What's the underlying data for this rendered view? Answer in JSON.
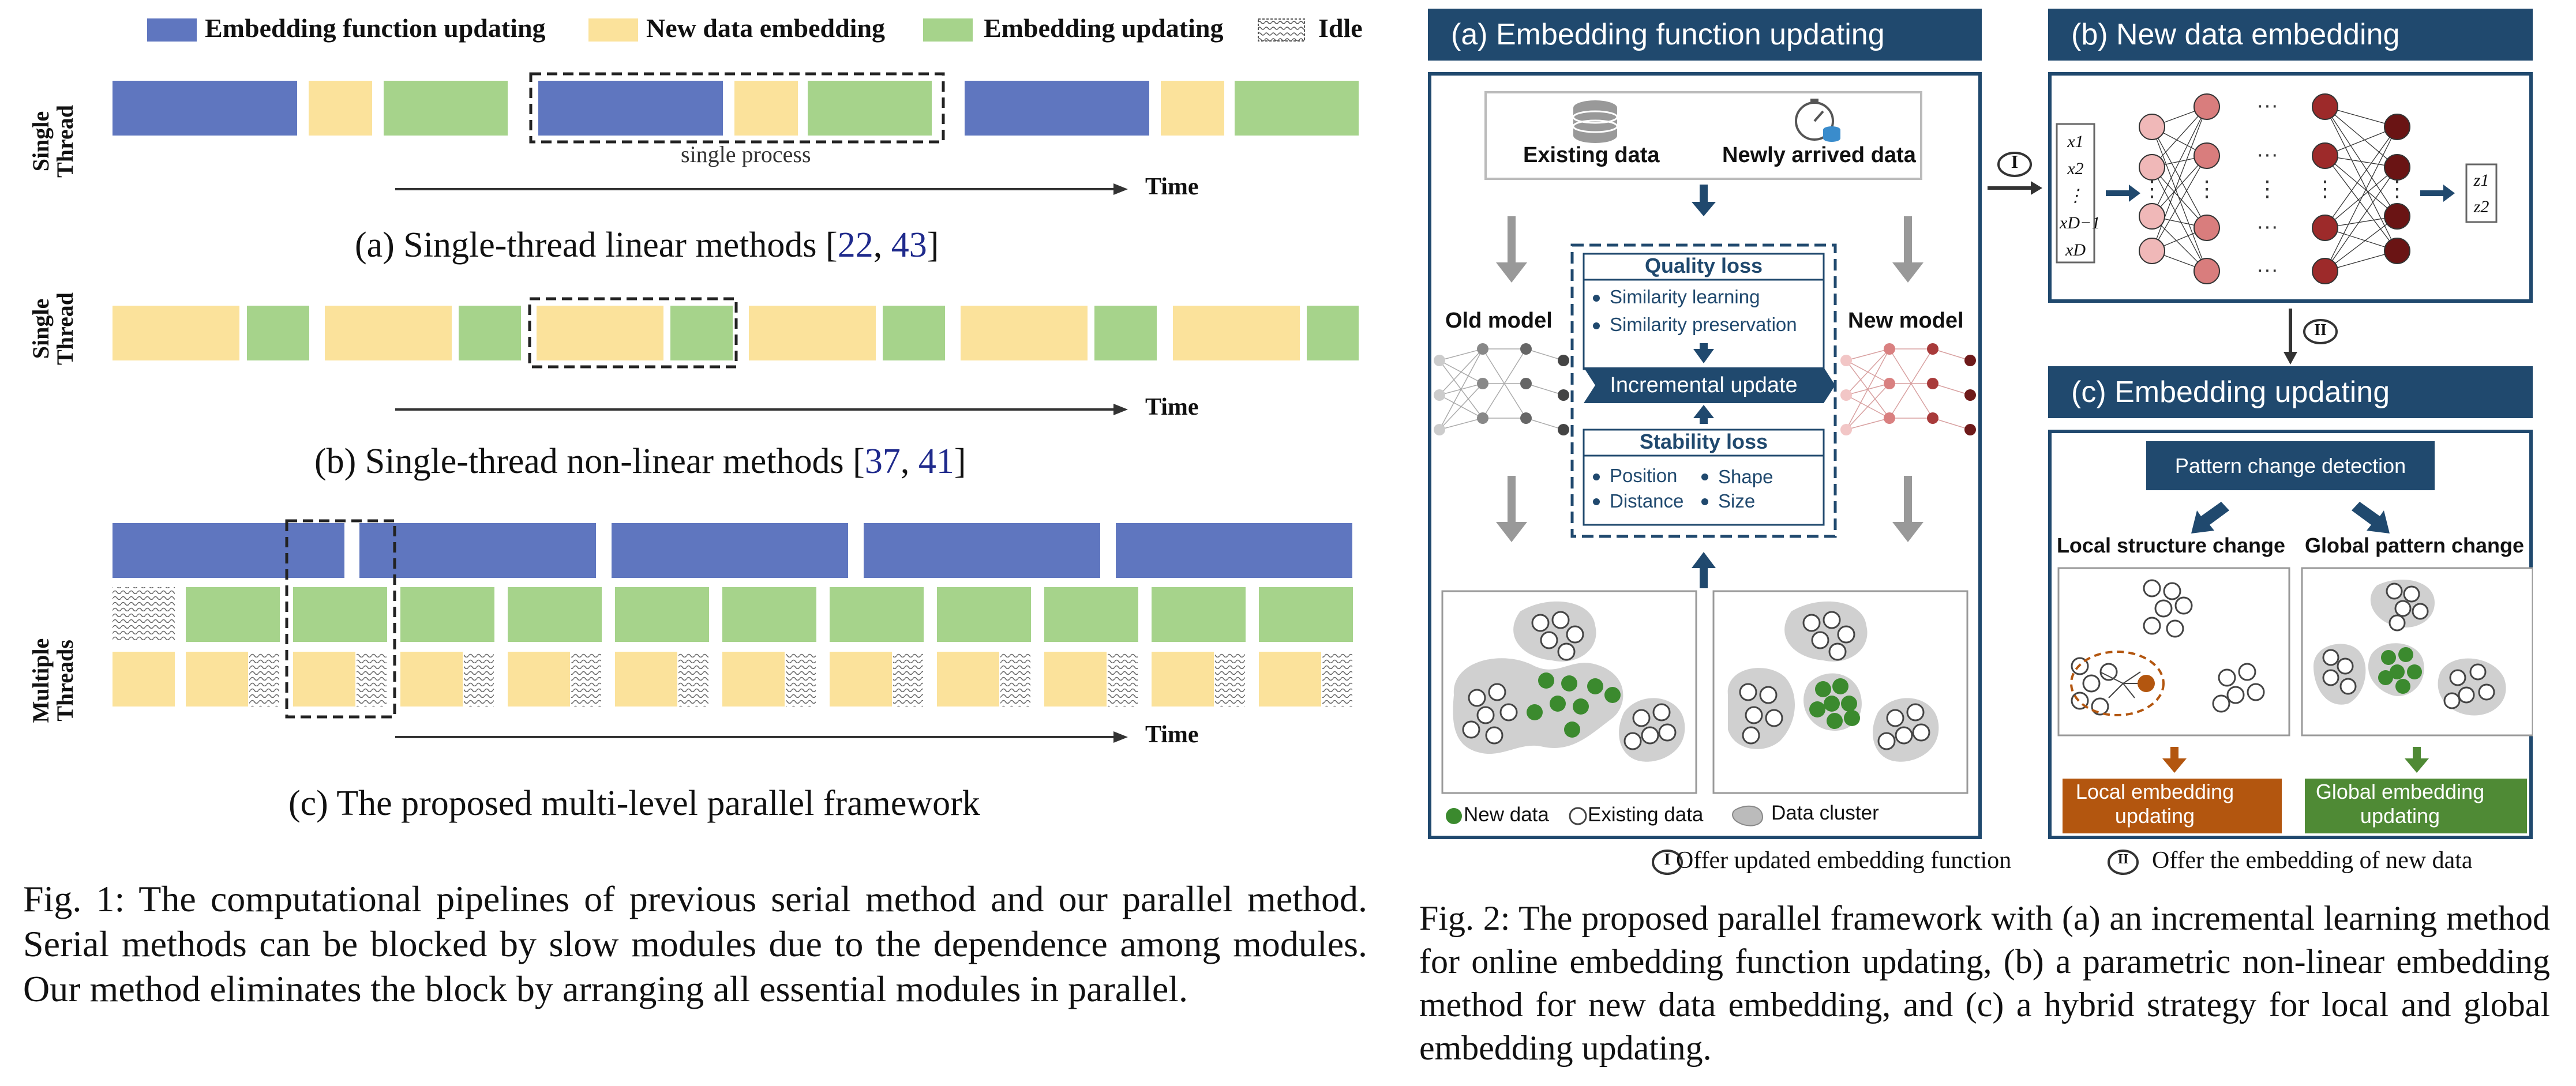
{
  "colors": {
    "embedding_function_updating": "#5f76bf",
    "new_data_embedding": "#fbe29b",
    "embedding_updating": "#a6d38b",
    "panel_header": "#20496e",
    "local_update": "#b3560f",
    "global_update": "#4f8a35"
  },
  "fig1": {
    "legend": {
      "efu": "Embedding function updating",
      "nde": "New data embedding",
      "eu": "Embedding updating",
      "idle": "Idle"
    },
    "row_label_single_1": "Single",
    "row_label_single_2": "Thread",
    "row_label_multi_1": "Multiple",
    "row_label_multi_2": "Threads",
    "single_process": "single process",
    "time": "Time",
    "sub_a_prefix": "(a)  Single-thread linear methods [",
    "sub_a_ref1": "22",
    "sub_a_ref2": "43",
    "sub_b_prefix": "(b)  Single-thread non-linear methods [",
    "sub_b_ref1": "37",
    "sub_b_ref2": "41",
    "sub_c": "(c)  The proposed multi-level parallel framework",
    "caption": "Fig. 1: The computational pipelines of previous serial method and our parallel method. Serial methods can be blocked by slow modules due to the dependence among modules. Our method eliminates the block by arranging all essential modules in parallel."
  },
  "fig2": {
    "panel_a_title": "(a)  Embedding function updating",
    "panel_b_title": "(b)  New data embedding",
    "panel_c_title": "(c)  Embedding updating",
    "existing_data": "Existing data",
    "newly_arrived_data": "Newly arrived data",
    "old_model": "Old model",
    "new_model": "New model",
    "quality_loss": "Quality loss",
    "similarity_learning": "Similarity learning",
    "similarity_preservation": "Similarity preservation",
    "incremental_update": "Incremental update",
    "stability_loss": "Stability loss",
    "position": "Position",
    "shape": "Shape",
    "distance": "Distance",
    "size": "Size",
    "legend_new_data": "New data",
    "legend_existing_data": "Existing data",
    "legend_data_cluster": "Data cluster",
    "step_one": "I",
    "step_two": "II",
    "inputs": [
      "x1",
      "x2",
      "⋮",
      "xD−1",
      "xD"
    ],
    "outputs": [
      "z1",
      "z2"
    ],
    "pattern_change_detection": "Pattern change detection",
    "local_structure_change": "Local structure change",
    "global_pattern_change": "Global pattern change",
    "local_embedding_updating": "Local embedding updating",
    "global_embedding_updating": "Global embedding updating",
    "footnote_one": "Offer updated embedding function",
    "footnote_two": "Offer the embedding of new data",
    "caption": "Fig. 2: The proposed parallel framework with (a) an incremental learning method for online embedding function updating, (b) a parametric non-linear embedding method for new data embedding, and (c) a hybrid strategy for local and global embedding updating."
  }
}
